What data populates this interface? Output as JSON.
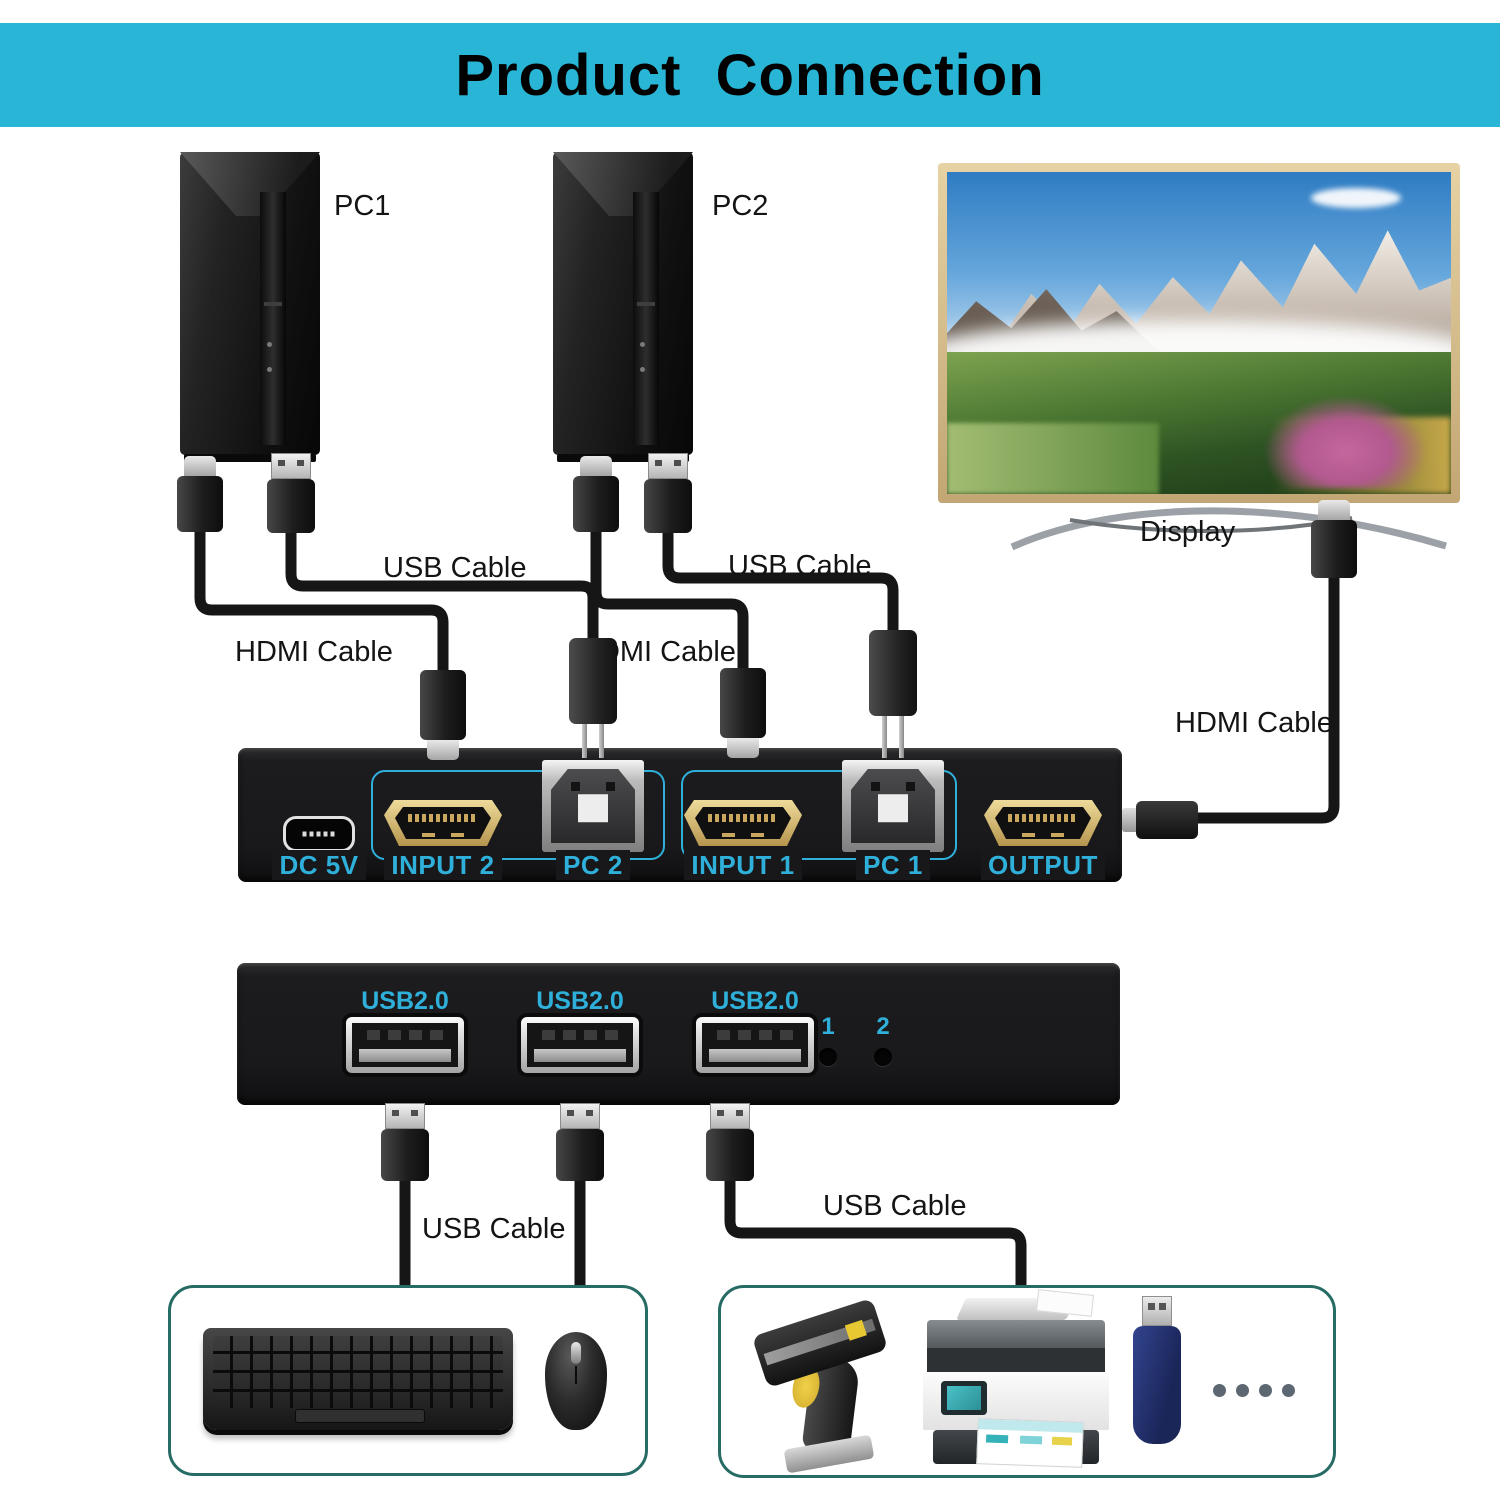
{
  "title": "Product  Connection",
  "pcs": {
    "pc1": "PC1",
    "pc2": "PC2"
  },
  "display": {
    "label": "Display"
  },
  "cables": {
    "usb": "USB Cable",
    "hdmi": "HDMI Cable"
  },
  "front_panel": {
    "dc": "DC 5V",
    "input2": "INPUT 2",
    "pc2": "PC 2",
    "input1": "INPUT 1",
    "pc1": "PC 1",
    "output": "OUTPUT"
  },
  "rear_panel": {
    "usb_label": "USB2.0",
    "button1": "1",
    "button2": "2"
  },
  "colors": {
    "header_bg": "#28b5d6",
    "panel_label": "#2fb0da",
    "device_box_border": "#266b64",
    "cable_black": "#161616"
  }
}
